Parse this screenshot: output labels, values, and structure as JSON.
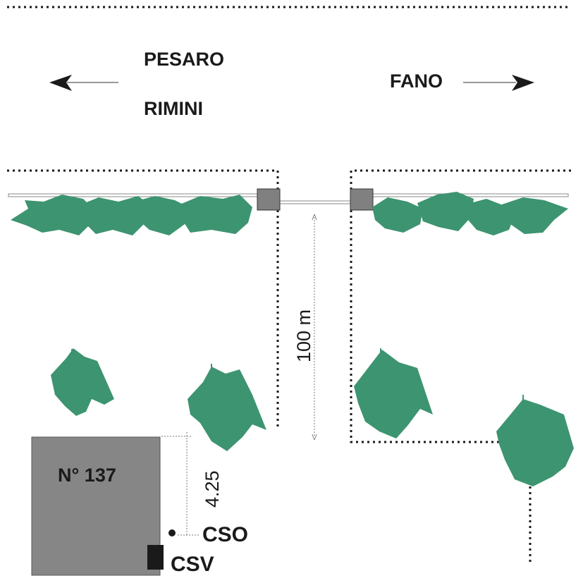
{
  "labels": {
    "pesaro": "PESARO",
    "rimini": "RIMINI",
    "fano": "FANO",
    "distance": "100 m",
    "building_number": "N° 137",
    "offset": "4.25",
    "cso": "CSO",
    "csv": "CSV"
  },
  "colors": {
    "tree": "#3d9470",
    "building": "#868686",
    "box": "#808080",
    "ink": "#1a1a1a"
  }
}
